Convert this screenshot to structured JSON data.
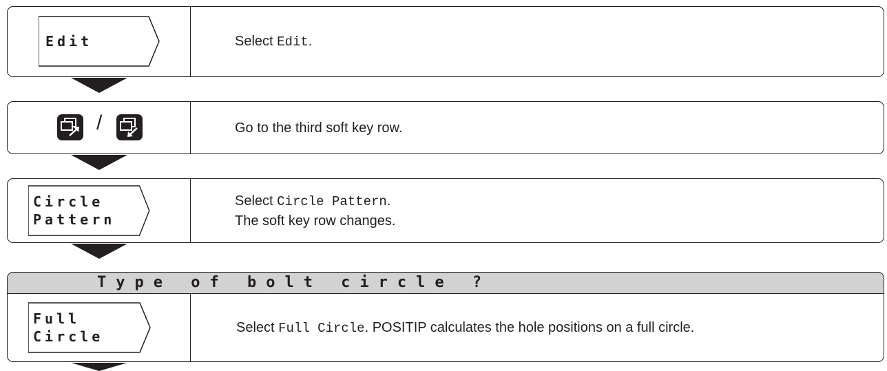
{
  "steps": [
    {
      "key": {
        "lines": [
          "Edit"
        ]
      },
      "description": {
        "prefix": "Select ",
        "mono": "Edit",
        "suffix": "."
      }
    },
    {
      "key": {
        "type": "page-keys",
        "separator": "/",
        "icons": [
          "page-up-icon",
          "page-down-icon"
        ]
      },
      "description": {
        "text": "Go to the third soft key row."
      }
    },
    {
      "key": {
        "lines": [
          "Circle",
          "Pattern"
        ]
      },
      "description": {
        "prefix": "Select ",
        "mono": "Circle Pattern",
        "suffix": ".",
        "line2": "The soft key row changes."
      }
    },
    {
      "prompt": "Type of bolt circle ?",
      "key": {
        "lines": [
          "Full",
          "Circle"
        ]
      },
      "description": {
        "prefix": "Select ",
        "mono": "Full Circle",
        "suffix": ". POSITIP calculates the hole positions on a full circle."
      }
    }
  ],
  "colors": {
    "ink": "#231f20",
    "prompt_bg": "#d2d2d2"
  }
}
